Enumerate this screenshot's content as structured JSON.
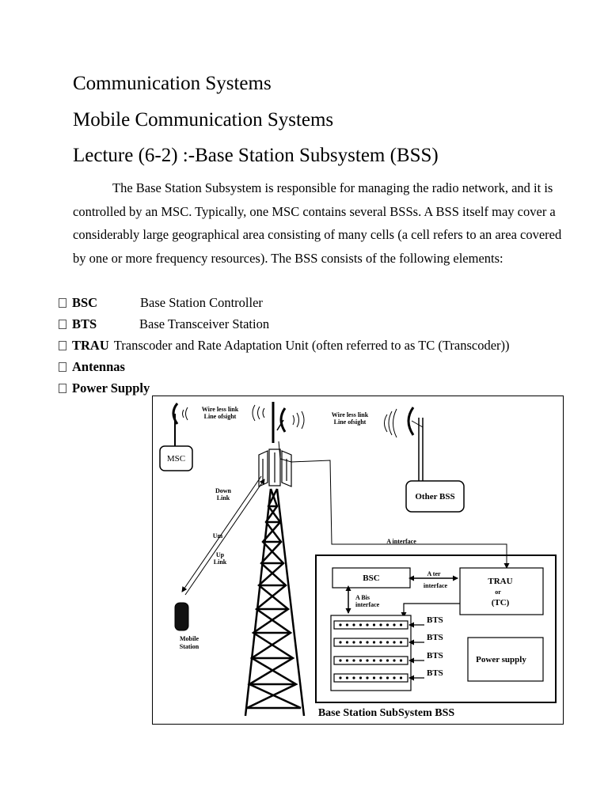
{
  "header": {
    "course": "Communication Systems",
    "subject": "Mobile Communication Systems",
    "lecture": "Lecture (6-2) :-Base Station Subsystem (BSS)"
  },
  "intro": "The Base Station Subsystem is responsible for managing the radio network, and it is controlled by an MSC. Typically, one MSC contains several BSSs. A BSS itself may cover a considerably large geographical area consisting of many cells (a cell refers to an area covered by one or more frequency resources). The BSS consists of the following elements:",
  "elements": [
    {
      "term": "BSC",
      "definition": "Base Station Controller"
    },
    {
      "term": "BTS",
      "definition": "Base Transceiver Station"
    },
    {
      "term": "TRAU",
      "definition": "Transcoder and Rate Adaptation Unit (often referred to as TC (Transcoder))"
    },
    {
      "term": "Antennas",
      "definition": ""
    },
    {
      "term": "Power Supply",
      "definition": ""
    }
  ],
  "diagram": {
    "link_left_1": "Wire less link",
    "link_left_2": "Line ofsight",
    "link_right_1": "Wire less link",
    "link_right_2": "Line ofsight",
    "msc": "MSC",
    "other_bss": "Other BSS",
    "down_link_1": "Down",
    "down_link_2": "Link",
    "um": "Um",
    "up_link_1": "Up",
    "up_link_2": "Link",
    "mobile_1": "Mobile",
    "mobile_2": "Station",
    "a_interface": "A interface",
    "bsc": "BSC",
    "ater_1": "A ter",
    "ater_2": "interface",
    "abis_1": "A Bis",
    "abis_2": "interface",
    "trau": "TRAU",
    "trau_or": "or",
    "trau_tc": "(TC)",
    "bts_labels": [
      "BTS",
      "BTS",
      "BTS",
      "BTS"
    ],
    "power_supply": "Power supply",
    "caption": "Base Station SubSystem BSS"
  }
}
